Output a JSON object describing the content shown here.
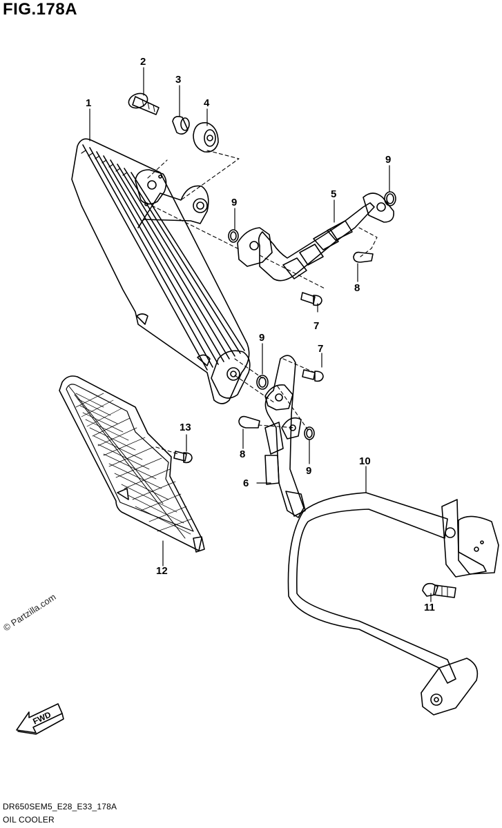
{
  "figure": {
    "title": "FIG.178A",
    "code": "DR650SEM5_E28_E33_178A",
    "name": "OIL COOLER"
  },
  "watermark": "© Partzilla.com",
  "direction_arrow": "FWD",
  "callouts": {
    "c1": "1",
    "c2": "2",
    "c3": "3",
    "c4": "4",
    "c5": "5",
    "c6": "6",
    "c7a": "7",
    "c7b": "7",
    "c8a": "8",
    "c8b": "8",
    "c9a": "9",
    "c9b": "9",
    "c9c": "9",
    "c9d": "9",
    "c10": "10",
    "c11": "11",
    "c12": "12",
    "c13": "13"
  }
}
